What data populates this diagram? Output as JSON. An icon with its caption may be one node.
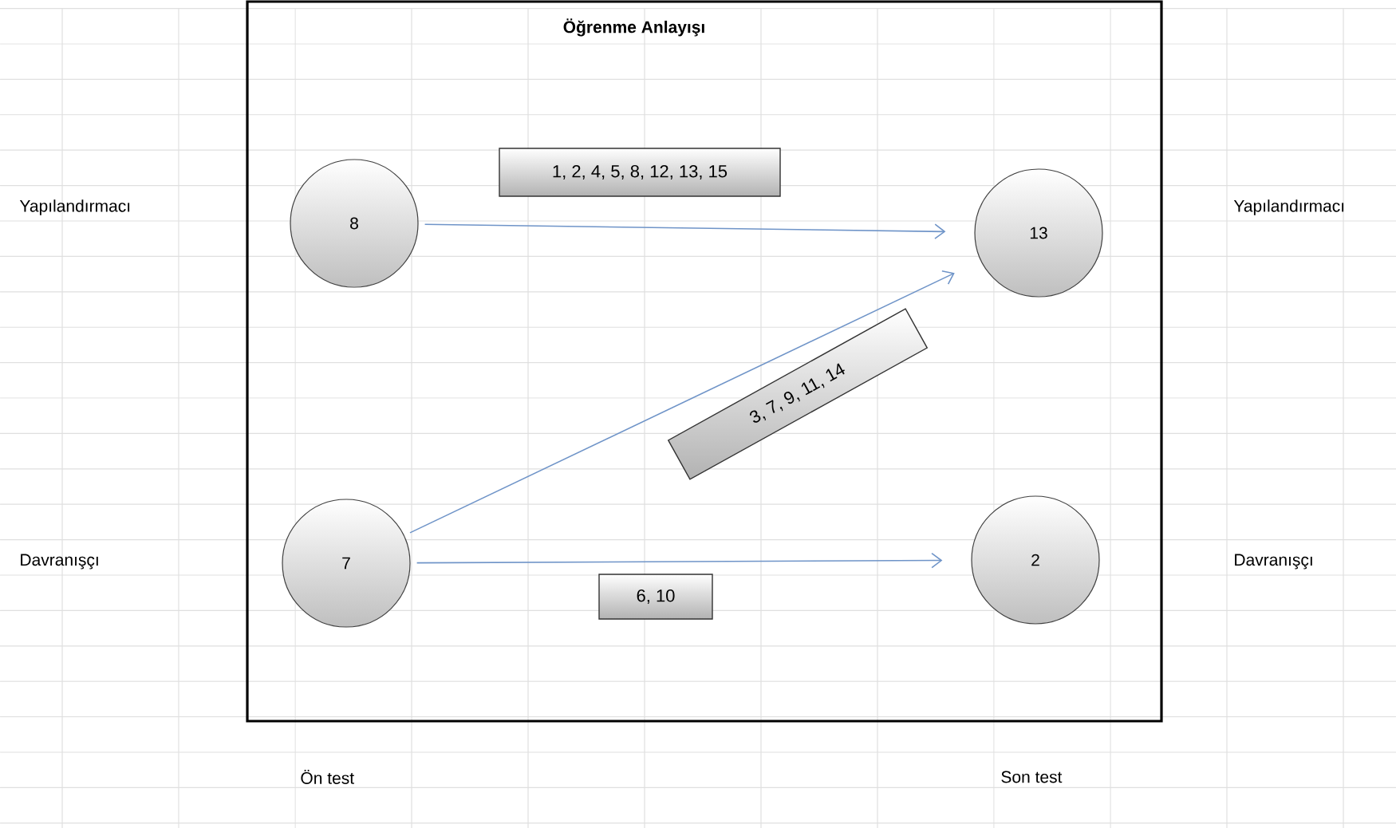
{
  "diagram": {
    "nodes": [
      {
        "text": [
          "Öğrenme Anlayışı"
        ]
      },
      {
        "text": [
          "8"
        ],
        "in": 0
      },
      {
        "text": [
          "13"
        ],
        "in": 0
      },
      {
        "text": [
          "7"
        ],
        "in": 0
      },
      {
        "text": [
          "2"
        ],
        "in": 0
      }
    ],
    "edges": [
      {
        "from": 1,
        "to": 2,
        "arrow": "to",
        "label": "1, 2, 4, 5, 8, 12, 13, 15"
      },
      {
        "from": 3,
        "to": 2,
        "arrow": "to",
        "label": "3, 7, 9, 11, 14"
      },
      {
        "from": 3,
        "to": 4,
        "arrow": "to",
        "label": "6, 10"
      }
    ],
    "labels": [
      "Yapılandırmacı",
      "Yapılandırmacı",
      "Davranışçı",
      "Davranışçı",
      "Ön test",
      "Son test"
    ]
  }
}
